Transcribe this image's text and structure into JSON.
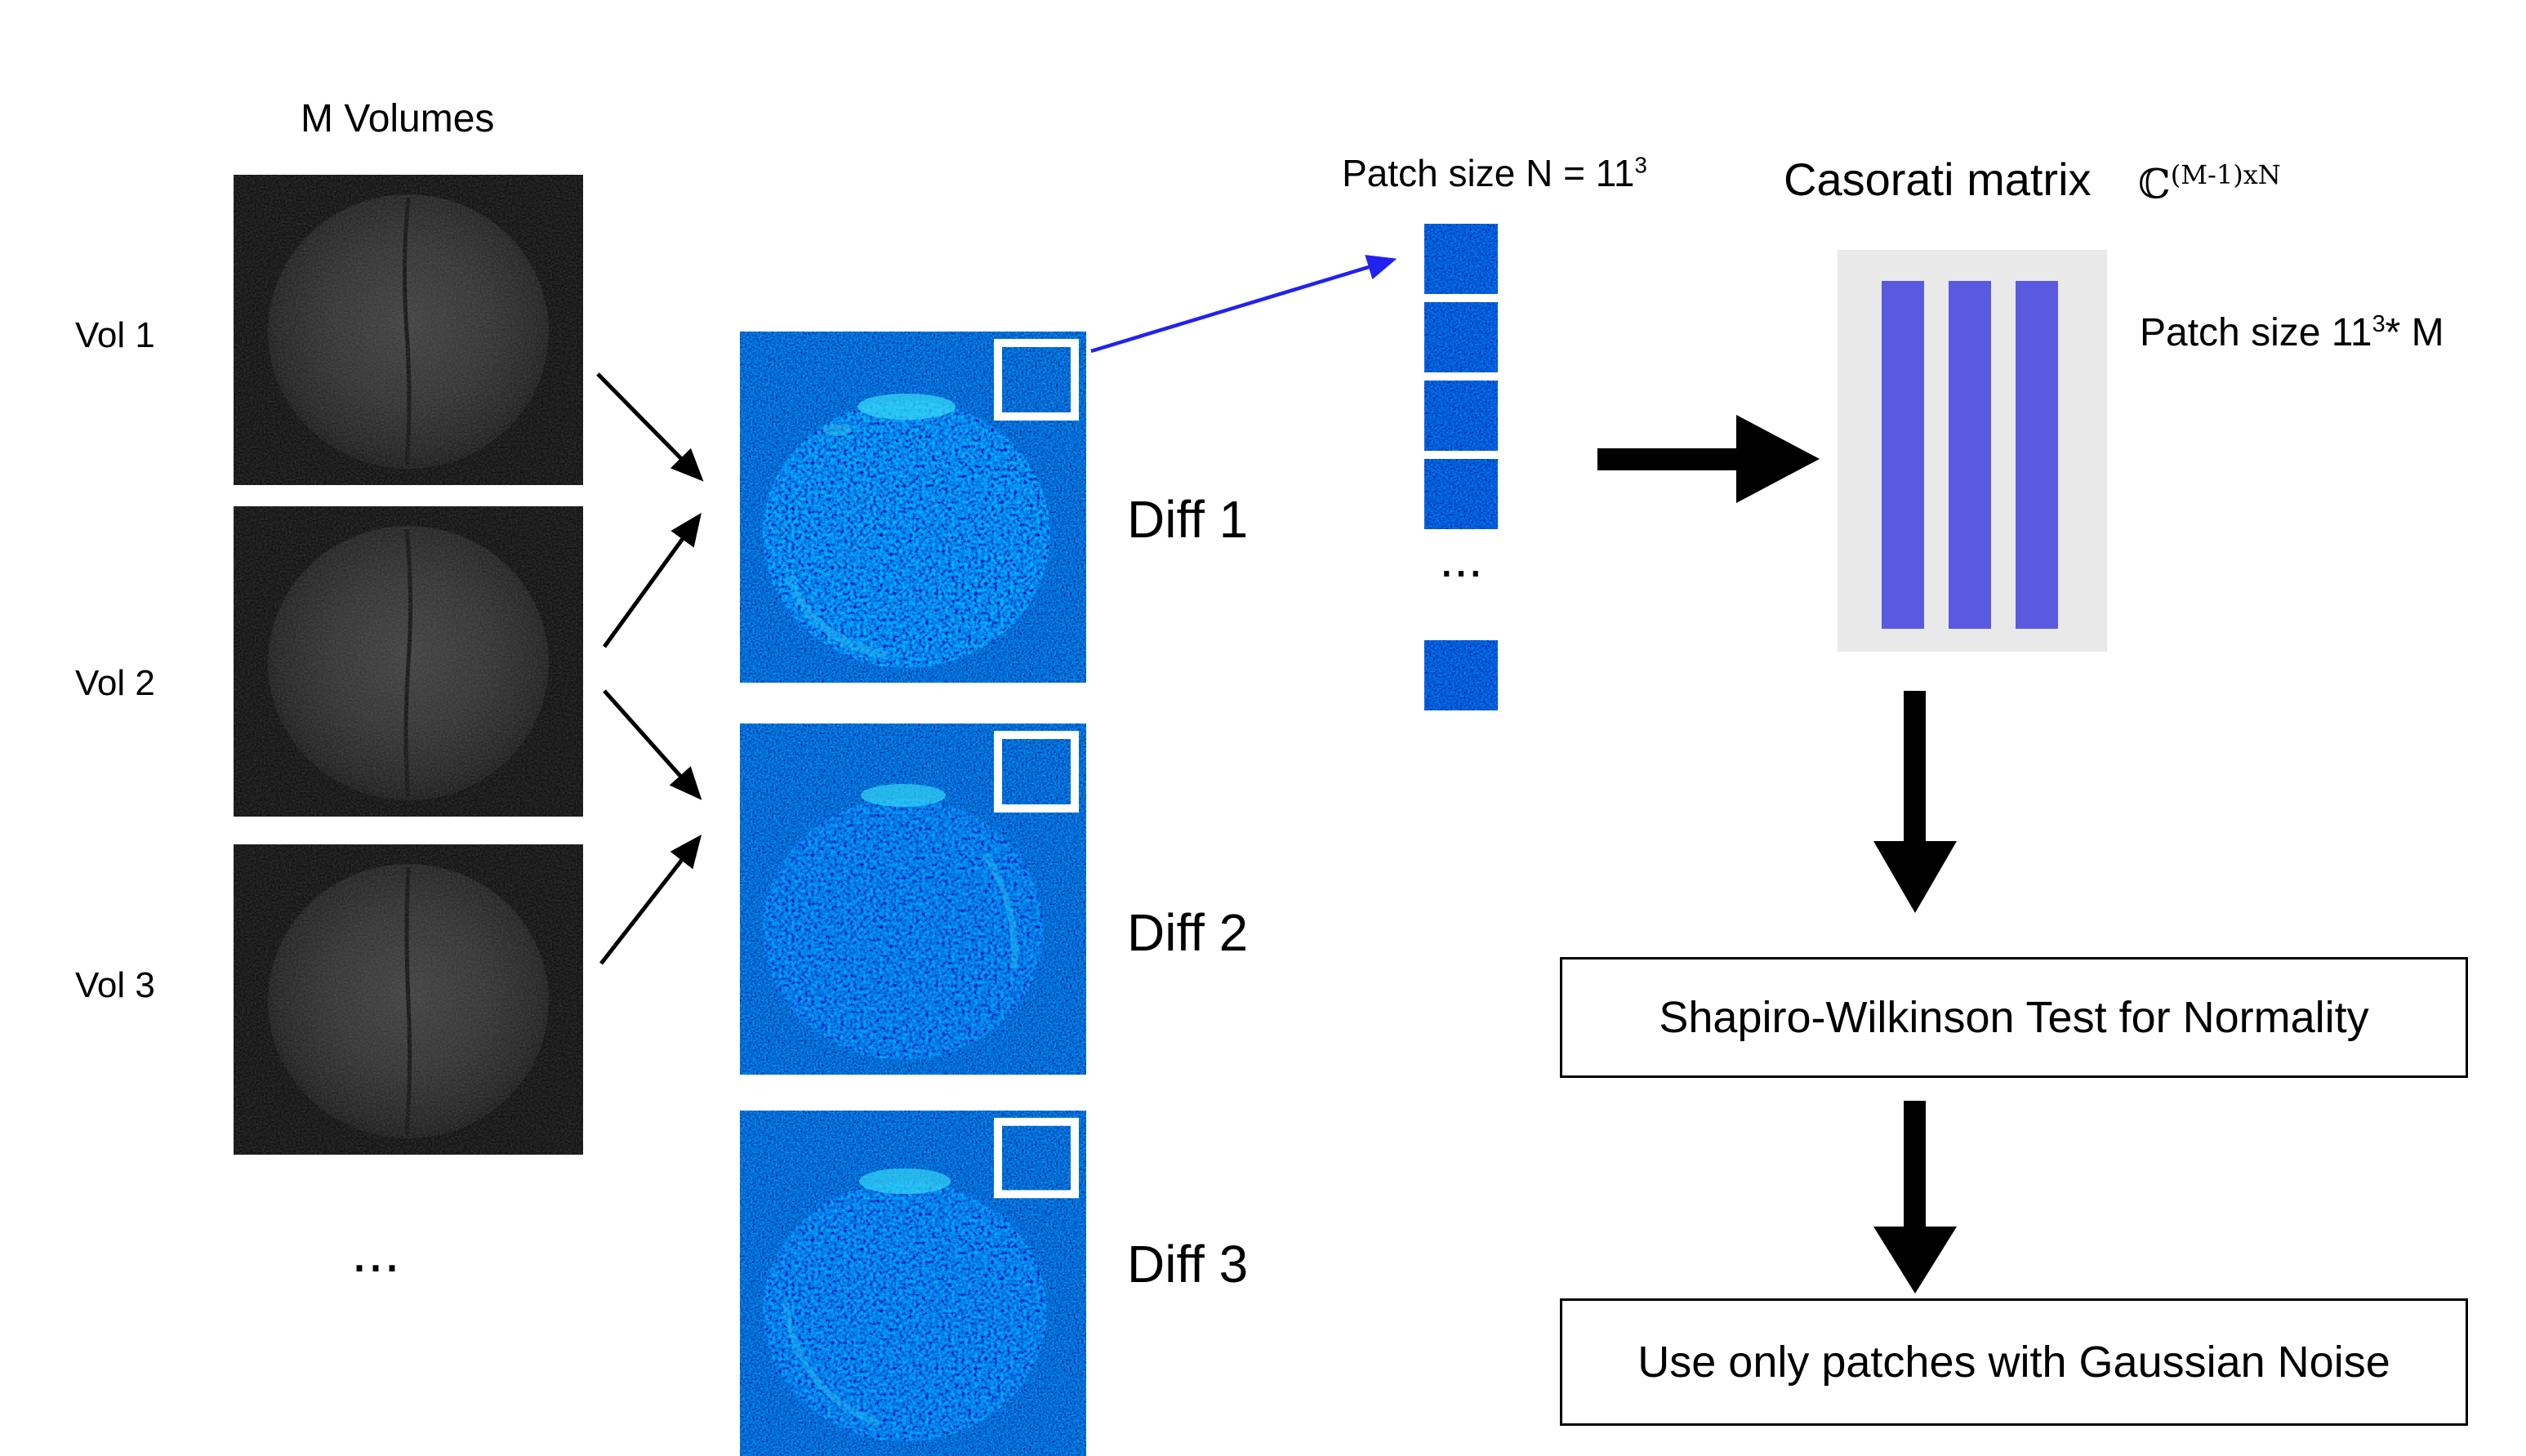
{
  "figure": {
    "volumes_title": "M Volumes",
    "volumes": [
      {
        "label": "Vol 1"
      },
      {
        "label": "Vol 2"
      },
      {
        "label": "Vol 3"
      }
    ],
    "volumes_ellipsis": "...",
    "diffs": [
      {
        "label": "Diff 1"
      },
      {
        "label": "Diff 2"
      },
      {
        "label": "Diff 3"
      }
    ],
    "patch_column": {
      "label_prefix": "Patch size N = 11",
      "label_exponent": "3",
      "ellipsis": "..."
    },
    "casorati": {
      "title": "Casorati matrix",
      "set_symbol": "ℂ",
      "set_exponent": "(M-1)xN",
      "size_prefix": "Patch size 11",
      "size_exponent": "3",
      "size_suffix": "* M"
    },
    "flow_boxes": {
      "normality_test": "Shapiro-Wilkinson Test for Normality",
      "gaussian_patches": "Use only patches with Gaussian Noise"
    }
  },
  "colors": {
    "diff_base_blue": "#0a0ad0",
    "patch_blue": "#0707b8",
    "casorati_bar_blue": "#5a5ae0",
    "casorati_panel_gray": "#e9e9e9",
    "extract_arrow_blue": "#2222ee",
    "flow_arrow_black": "#000000",
    "patch_outline_white": "#ffffff"
  }
}
